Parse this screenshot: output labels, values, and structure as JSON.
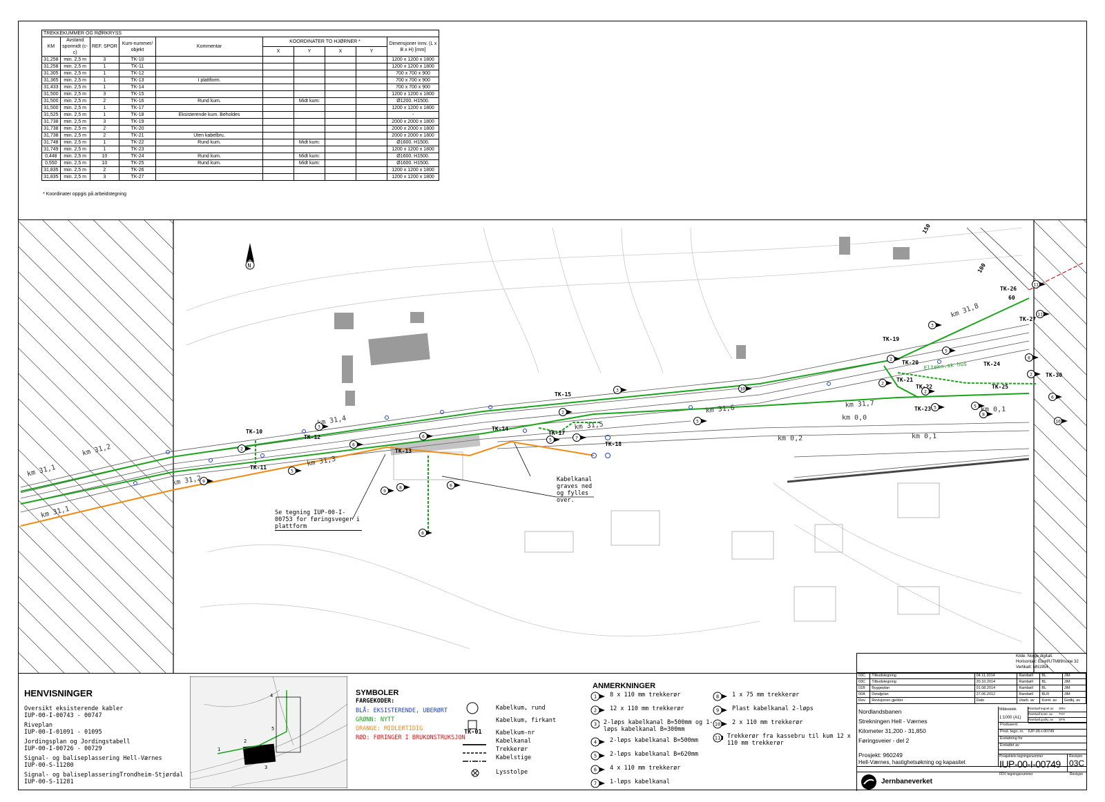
{
  "table": {
    "caption": "TREKKEKUMMER OG RØRKRYSS",
    "headers": {
      "km": "KM",
      "distance": "Avstand spormidt (c-c)",
      "ref": "REF. SPOR",
      "kum": "Kum-nummer/ objekt",
      "comment": "Kommentar",
      "coords": "KOORDINATER TO HJØRNER *",
      "x1": "X",
      "y1": "Y",
      "x2": "X",
      "y2": "Y",
      "dims": "Dimensjoner innv. (L x B x H) [mm]"
    },
    "rows": [
      [
        "31,258",
        "min. 2,5 m",
        "3",
        "TK-10",
        "",
        "",
        "1200 x 1200 x 1800"
      ],
      [
        "31,258",
        "min. 2,5 m",
        "1",
        "TK-11",
        "",
        "",
        "1200 x 1200 x 1800"
      ],
      [
        "31,305",
        "min. 2,5 m",
        "1",
        "TK-12",
        "",
        "",
        "700 x 700 x 900"
      ],
      [
        "31,365",
        "min. 2,5 m",
        "1",
        "TK-13",
        "I plattform.",
        "",
        "700 x 700 x 900"
      ],
      [
        "31,433",
        "min. 2,5 m",
        "1",
        "TK-14",
        "",
        "",
        "700 x 700 x 900"
      ],
      [
        "31,500",
        "min. 2,5 m",
        "3",
        "TK-15",
        "",
        "",
        "1200 x 1200 x 1800"
      ],
      [
        "31,500",
        "min. 2,5 m",
        "2",
        "TK-16",
        "Rund kum.",
        "Midt kum:",
        "Ø1200. H1500."
      ],
      [
        "31,500",
        "min. 2,5 m",
        "1",
        "TK-17",
        "",
        "",
        "1200 x 1200 x 1800"
      ],
      [
        "31,525",
        "min. 2,5 m",
        "1",
        "TK-18",
        "Eksisterende kum. Beholdes",
        "",
        "-"
      ],
      [
        "31,738",
        "min. 2,5 m",
        "3",
        "TK-19",
        "",
        "",
        "2000 x 2000 x 1800"
      ],
      [
        "31,738",
        "min. 2,5 m",
        "2",
        "TK-20",
        "",
        "",
        "2000 x 2000 x 1800"
      ],
      [
        "31,738",
        "min. 2,5 m",
        "2",
        "TK-21",
        "Uten kabelbru.",
        "",
        "2000 x 2000 x 1800"
      ],
      [
        "31,748",
        "min. 2,5 m",
        "1",
        "TK-22",
        "Rund kum.",
        "Midt kum:",
        "Ø1600. H1500."
      ],
      [
        "31,749",
        "min. 2,5 m",
        "1",
        "TK-23",
        "",
        "",
        "1200 x 1200 x 1800"
      ],
      [
        "0,448",
        "min. 2,5 m",
        "10",
        "TK-24",
        "Rund kum.",
        "Midt kum:",
        "Ø1600. H1500."
      ],
      [
        "0,550",
        "min. 2,5 m",
        "10",
        "TK-25",
        "Rund kum.",
        "Midt kum:",
        "Ø1600. H1500."
      ],
      [
        "31,835",
        "min. 2,5 m",
        "2",
        "TK-26",
        "",
        "",
        "1200 x 1200 x 1800"
      ],
      [
        "31,835",
        "min. 2,5 m",
        "3",
        "TK-27",
        "",
        "",
        "1200 x 1200 x 1800"
      ]
    ],
    "footnote": "* Koordinater oppgis på arbeidstegning"
  },
  "map": {
    "tk_labels": [
      "TK-10",
      "TK-11",
      "TK-12",
      "TK-13",
      "TK-14",
      "TK-15",
      "TK-17",
      "TK-18",
      "TK-19",
      "TK-20",
      "TK-21",
      "TK-22",
      "TK-23",
      "TK-24",
      "TK-25",
      "TK-26",
      "TK-27",
      "TK-30"
    ],
    "km_labels": [
      "km 31,1",
      "km 31,2",
      "km 31,3",
      "km 31,4",
      "km 31,5",
      "km 31,6",
      "km 31,7",
      "km 31,8",
      "km 0,0",
      "km 0,1",
      "km 0,2",
      "km 31,2",
      "km 31,1"
    ],
    "note_cable": "Kabelkanal graves ned og fylles over.",
    "note_platform": "Se tegning IUP-00-I-00753 for føringsveger i plattform",
    "building_label": "Eltekn.sk hus",
    "grid_100": "100",
    "grid_150": "150",
    "label_60": "60"
  },
  "henvisninger": {
    "title": "HENVISNINGER",
    "items": [
      [
        "Oversikt eksisterende kabler",
        "IUP-00-I-00743 - 00747"
      ],
      [
        "Riveplan",
        "IUP-00-I-01091 - 01095"
      ],
      [
        "Jordingsplan og Jordingstabell",
        "IUP-00-I-00726 - 00729"
      ],
      [
        "Signal- og baliseplassering Hell-Værnes",
        "IUP-00-S-11280"
      ],
      [
        "Signal- og baliseplasseringTrondheim-Stjørdal",
        "IUP-00-S-11281"
      ]
    ]
  },
  "keymap_numbers": [
    "1",
    "2",
    "3",
    "4",
    "5"
  ],
  "symboler": {
    "title": "SYMBOLER",
    "fargekoder_title": "FARGEKODER:",
    "fargekoder": [
      {
        "text": "BLÅ: EKSISTERENDE, UBERØRT",
        "color": "#1a3fd6"
      },
      {
        "text": "GRØNN: NYTT",
        "color": "#18a318"
      },
      {
        "text": "ORANGE: MIDLERTIDIG",
        "color": "#f08a14"
      },
      {
        "text": "RØD: FØRINGER I BRUKONSTRUKSJON",
        "color": "#e01010"
      }
    ],
    "legend": {
      "round": "Kabelkum, rund",
      "square": "Kabelkum, firkant",
      "tk_code": "TK-01",
      "kum_nr": "Kabelkum-nr",
      "kanal": "Kabelkanal",
      "trekkeror": "Trekkerør",
      "stige": "Kabelstige",
      "lys": "Lysstolpe"
    }
  },
  "anmerkninger": {
    "title": "ANMERKNINGER",
    "left": [
      {
        "n": "1",
        "t": "8 x 110 mm trekkerør"
      },
      {
        "n": "2",
        "t": "12 x 110 mm trekkerør"
      },
      {
        "n": "3",
        "t": "2-løps kabelkanal B=500mm og 1-løps kabelkanal B=300mm"
      },
      {
        "n": "4",
        "t": "2-løps kabelkanal B=500mm"
      },
      {
        "n": "5",
        "t": "2-løps kabelkanal B=620mm"
      },
      {
        "n": "6",
        "t": "4 x 110 mm trekkerør"
      },
      {
        "n": "7",
        "t": "1-løps kabelkanal"
      }
    ],
    "right": [
      {
        "n": "8",
        "t": "1 x 75 mm trekkerør"
      },
      {
        "n": "9",
        "t": "Plast kabelkanal 2-løps"
      },
      {
        "n": "10",
        "t": "2 x 110 mm trekkerør"
      },
      {
        "n": "11",
        "t": "Trekkerør fra kassebru til kum 12 x 110 mm trekkerør"
      }
    ]
  },
  "titleblock": {
    "source": [
      "Kilde: Norge digitalt.",
      "Horisontalt: Euref/UTM89/sone 32",
      "Vertikalt: NN1954"
    ],
    "revisions": [
      [
        "03C",
        "Tilbudstegning",
        "04.11.2014",
        "Rambøll",
        "BL",
        "JIM"
      ],
      [
        "03C",
        "Tilbudstegning",
        "20.10.2014",
        "Rambøll",
        "BL",
        "JIM"
      ],
      [
        "01B",
        "Byggeplan",
        "01.08.2014",
        "Rambøll",
        "BL",
        "JIM"
      ],
      [
        "00A",
        "Detaljplan",
        "27.06.2012",
        "Rambøll",
        "BLR",
        "JIM"
      ]
    ],
    "rev_header": [
      "Rev.",
      "Revisjonen gjelder",
      "Dato",
      "Utarb. av",
      "Kontr. av",
      "Godkj. av"
    ],
    "line_name": "Nordlandsbanen",
    "section": "Strekningen Hell - Værnes",
    "km": "Kilometer 31,200 - 31,850",
    "subject": "Føringsveier - del 2",
    "scale_label": "Målestokk",
    "scale": "1:1000 (A1)",
    "roles": [
      [
        "Rambøll tegnet av",
        "SRH"
      ],
      [
        "Rambøll kontr. av",
        "THY"
      ],
      [
        "Rambøll godkj. av",
        "SFN"
      ]
    ],
    "produsent": "Produsent",
    "prod_tegn": "Prod. tegn. nr.",
    "prod_tegn_val": "IUP-00-I-00749",
    "erstatning_for": "Erstatning for",
    "erstattet_av": "Erstattet av",
    "prosjekt": "Prosjekt: 960249",
    "prosjekt_desc": "Hell-Værnes, hastighetsøkning og kapasitet",
    "proj_tegn_label": "Prosjektets tegningsnummer",
    "drawing_no": "IUP-00-I-00749",
    "rev_label": "Revisjon",
    "revision": "03C",
    "company": "Jernbaneverket",
    "fdv_label": "FDV tegningsnummer",
    "rev2_label": "Revisjon"
  },
  "colors": {
    "green": "#18a318",
    "orange": "#f08a14",
    "blue": "#1a3fd6",
    "red": "#e01010",
    "gray": "#8a8a8a"
  }
}
